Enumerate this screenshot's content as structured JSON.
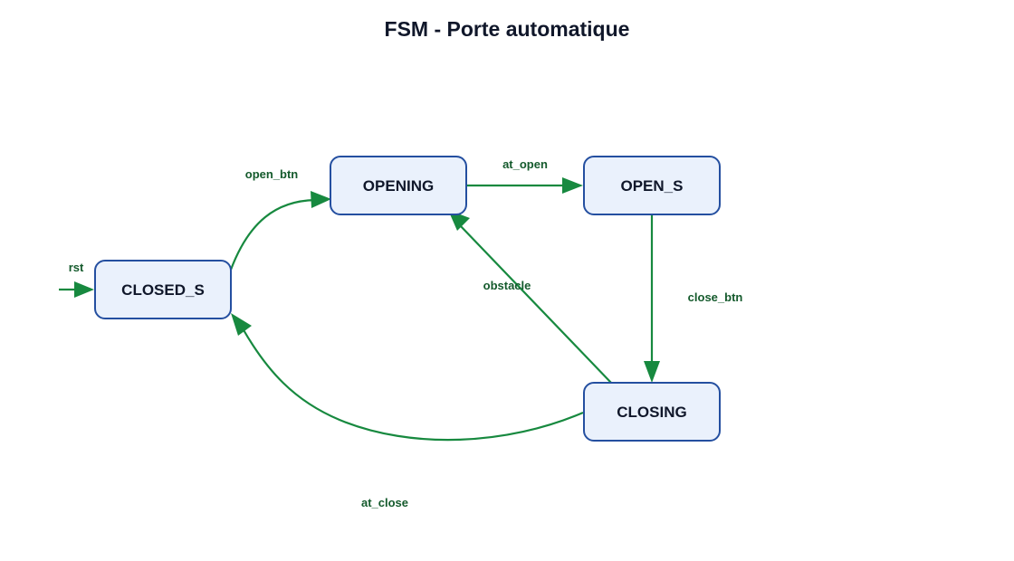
{
  "title": "FSM - Porte automatique",
  "colors": {
    "state_fill": "#eaf1fc",
    "state_border": "#244fa0",
    "edge": "#17893f",
    "edge_label": "#145a2c",
    "text": "#10172a"
  },
  "states": {
    "closed": "CLOSED_S",
    "opening": "OPENING",
    "open": "OPEN_S",
    "closing": "CLOSING"
  },
  "initial_state": "CLOSED_S",
  "transitions": {
    "reset": {
      "label": "rst",
      "to": "CLOSED_S"
    },
    "closed_to_opening": {
      "label": "open_btn",
      "from": "CLOSED_S",
      "to": "OPENING"
    },
    "opening_to_open": {
      "label": "at_open",
      "from": "OPENING",
      "to": "OPEN_S"
    },
    "open_to_closing": {
      "label": "close_btn",
      "from": "OPEN_S",
      "to": "CLOSING"
    },
    "closing_to_opening": {
      "label": "obstacle",
      "from": "CLOSING",
      "to": "OPENING"
    },
    "closing_to_closed": {
      "label": "at_close",
      "from": "CLOSING",
      "to": "CLOSED_S"
    }
  }
}
